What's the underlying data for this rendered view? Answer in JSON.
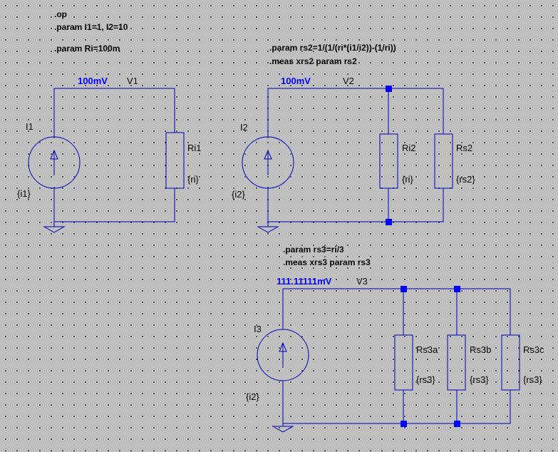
{
  "directives": {
    "op": ".op",
    "params1": ".param I1=1, I2=10",
    "params2": ".param Ri=100m",
    "rs2_param": ".param rs2=1/(1/(ri*(i1/i2))-(1/ri))",
    "rs2_meas": ".meas xrs2 param rs2",
    "rs3_param": ".param rs3=ri/3",
    "rs3_meas": ".meas xrs3 param rs3"
  },
  "circuit1": {
    "voltage": "100mV",
    "node": "V1",
    "source_name": "I1",
    "source_value": "{i1}",
    "resistor_name": "Ri1",
    "resistor_value": "{ri}"
  },
  "circuit2": {
    "voltage": "100mV",
    "node": "V2",
    "source_name": "I2",
    "source_value": "{i2}",
    "resistor_a_name": "Ri2",
    "resistor_a_value": "{ri}",
    "resistor_b_name": "Rs2",
    "resistor_b_value": "{rs2}"
  },
  "circuit3": {
    "voltage": "111.11111mV",
    "node": "V3",
    "source_name": "I3",
    "source_value": "{i2}",
    "resistor_a_name": "Rs3a",
    "resistor_a_value": "{rs3}",
    "resistor_b_name": "Rs3b",
    "resistor_b_value": "{rs3}",
    "resistor_c_name": "Rs3c",
    "resistor_c_value": "{rs3}"
  },
  "colors": {
    "background": "#c0c0c0",
    "wire": "#0000b4",
    "voltage_label": "#0000ff",
    "text": "#000000"
  }
}
